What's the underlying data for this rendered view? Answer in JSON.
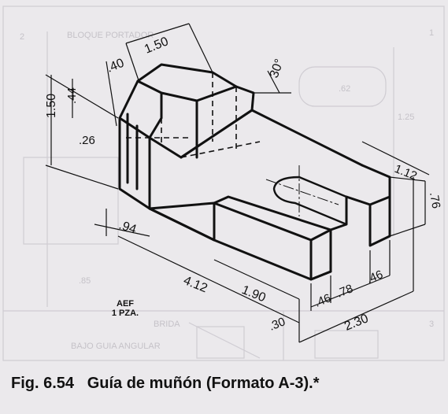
{
  "figure": {
    "caption_number": "Fig. 6.54",
    "caption_title": "Guía de muñón (Formato A-3).*"
  },
  "notes": {
    "material": "AEF",
    "quantity": "1 PZA."
  },
  "dimensions": {
    "top_width": "1.50",
    "top_offset": ".40",
    "angle": "30°",
    "left_height": "1.50",
    "left_inner": ".44",
    "left_slot": ".26",
    "bottom_left": ".94",
    "length": "4.12",
    "mid_length": "1.90",
    "front_depth": ".30",
    "fork_left": ".46",
    "fork_gap": ".78",
    "fork_right": ".46",
    "overall_width": "2.30",
    "slot_radius": "1.12",
    "fork_height": ".76"
  },
  "background_text": {
    "title_block": "BLOQUE PORTADOR",
    "zone_1": "1",
    "zone_2": "2",
    "zone_3": "3",
    "dim_a": ".62",
    "dim_b": "1.25",
    "dim_c": ".85",
    "dim_d": "BRIDA",
    "dim_e": "BAJO GUIA ANGULAR"
  },
  "colors": {
    "paper": "#ebe9ec",
    "ink": "#111111",
    "ghost": "#c5c2c8"
  }
}
